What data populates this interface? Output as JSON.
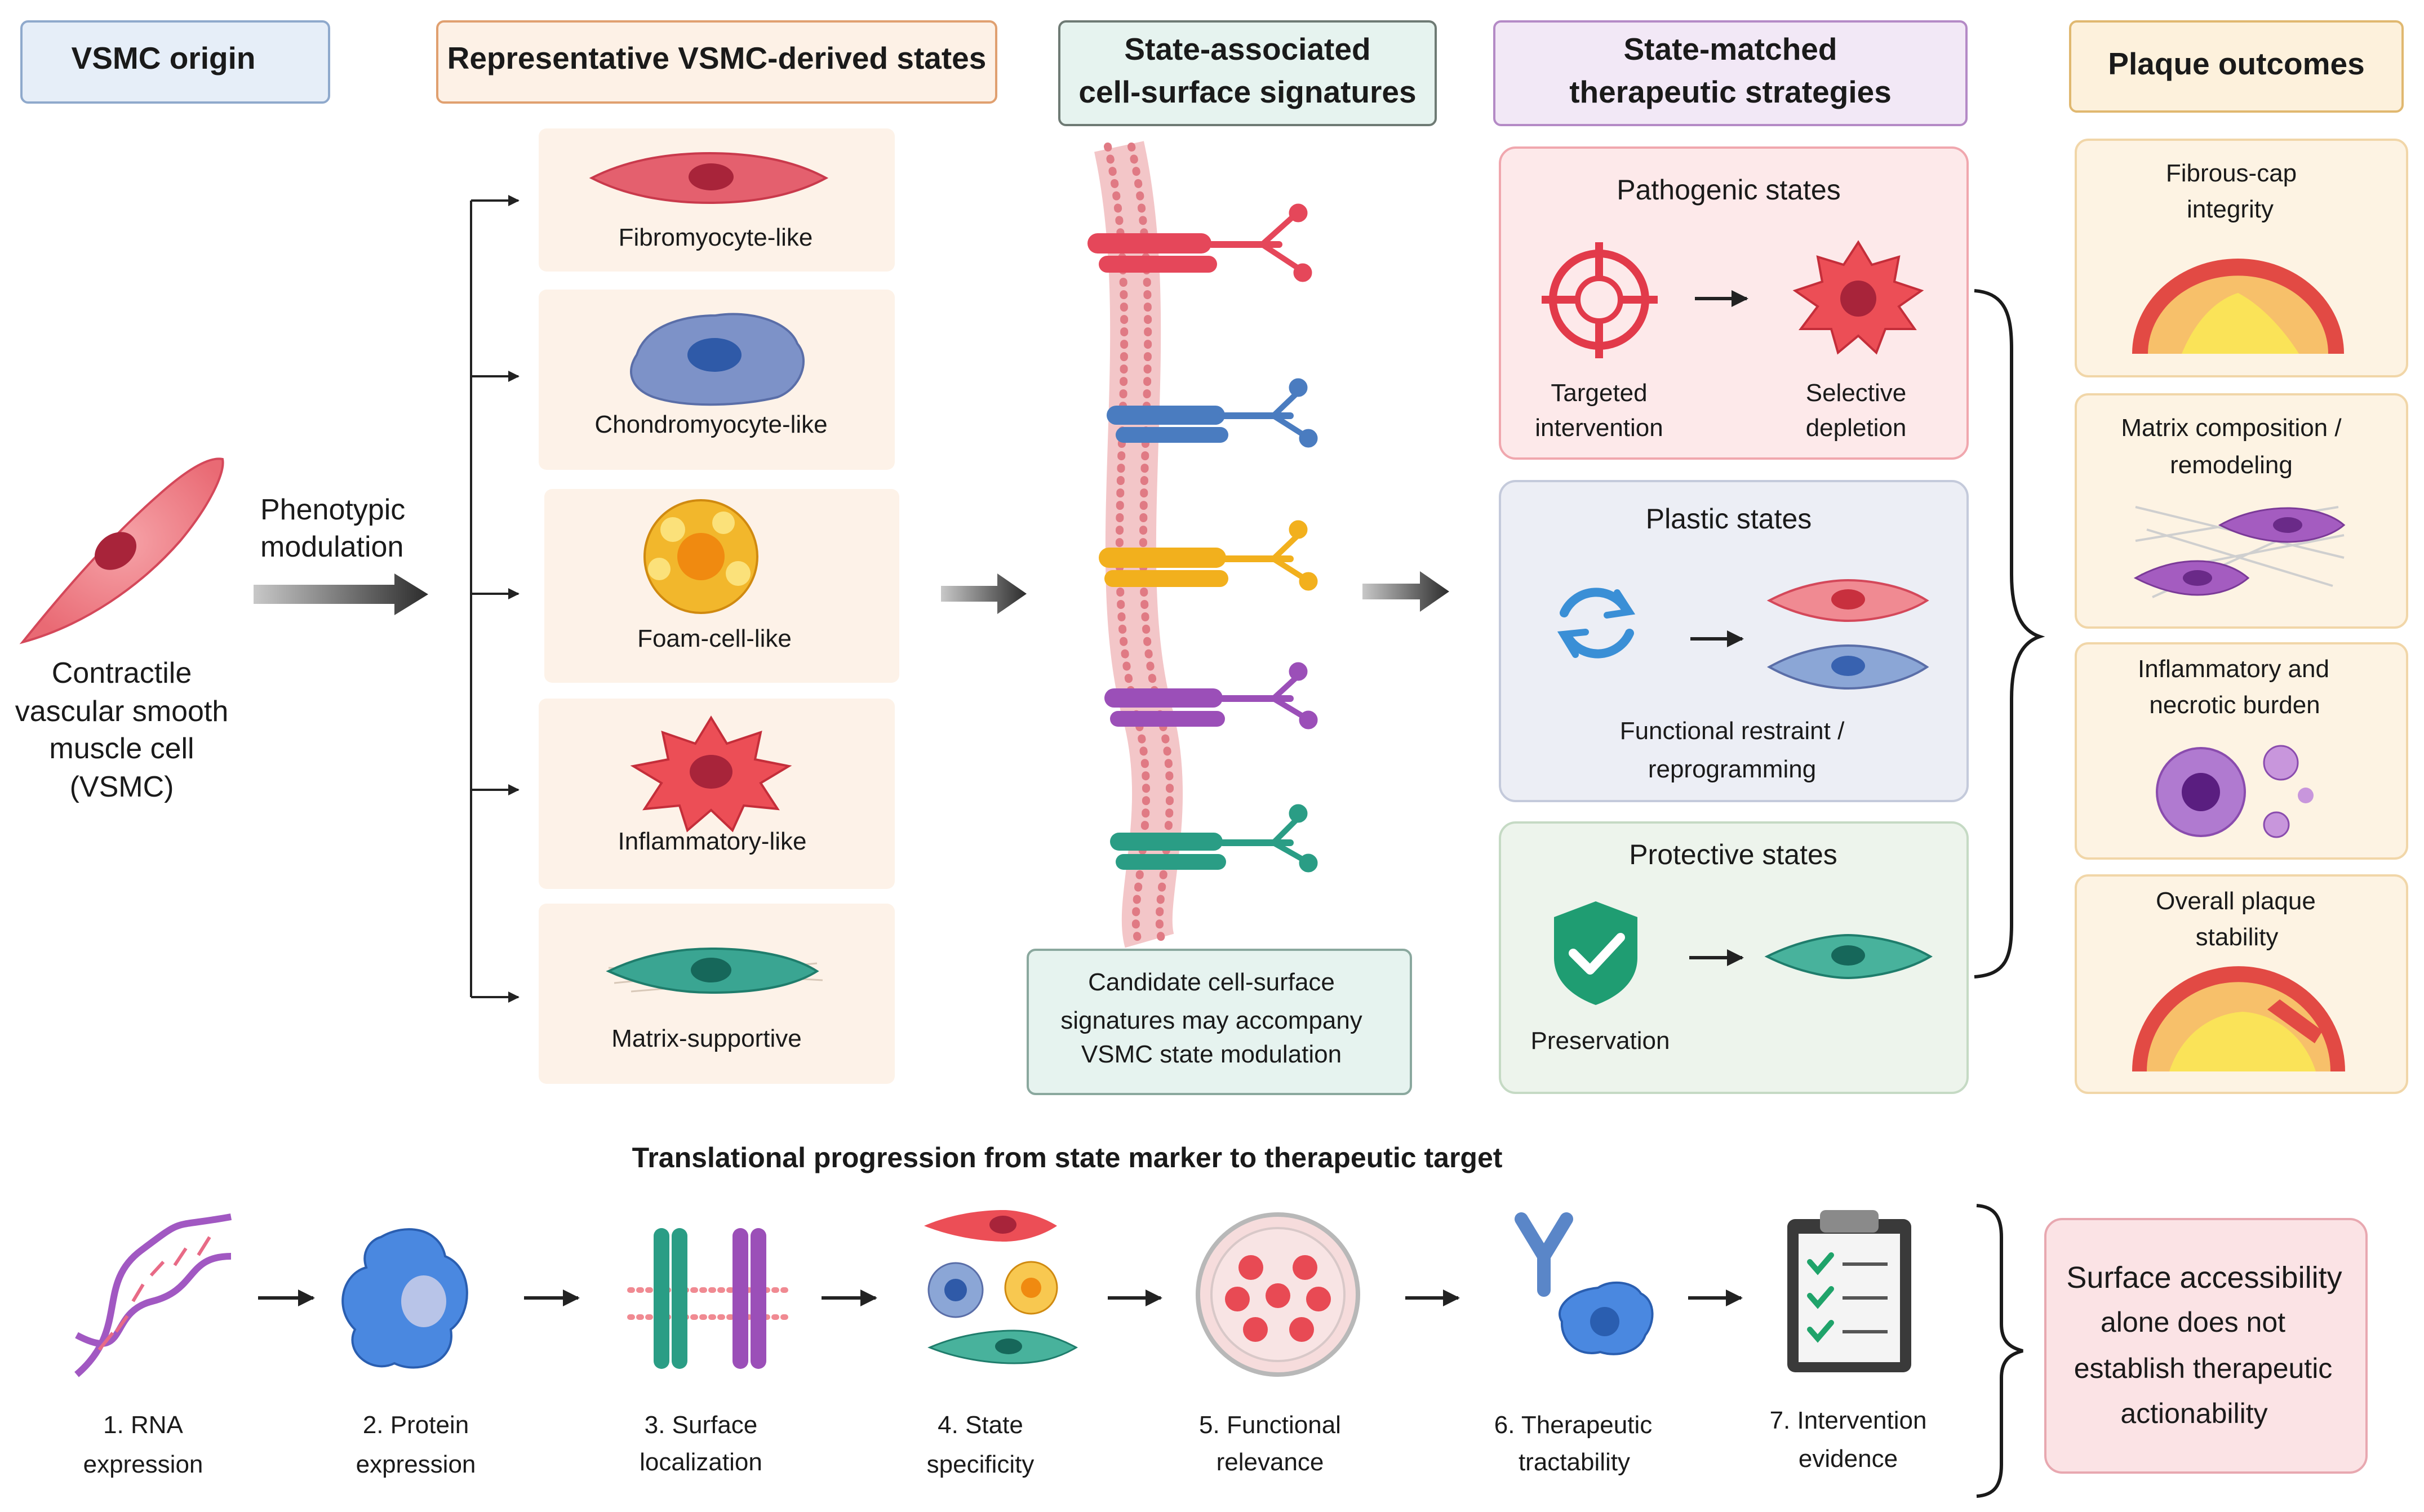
{
  "headers": {
    "origin": "VSMC origin",
    "states": "Representative VSMC-derived states",
    "signatures": [
      "State-associated",
      "cell-surface signatures"
    ],
    "strategies": [
      "State-matched",
      "therapeutic strategies"
    ],
    "outcomes": "Plaque outcomes"
  },
  "origin": {
    "cell_label": [
      "Contractile",
      "vascular smooth",
      "muscle cell",
      "(VSMC)"
    ],
    "modulation_label": [
      "Phenotypic",
      "modulation"
    ]
  },
  "states": [
    {
      "label": "Fibromyocyte-like",
      "color": "#e4606e"
    },
    {
      "label": "Chondromyocyte-like",
      "color": "#7d92c8"
    },
    {
      "label": "Foam-cell-like",
      "color": "#f2b72c"
    },
    {
      "label": "Inflammatory-like",
      "color": "#ec4e56"
    },
    {
      "label": "Matrix-supportive",
      "color": "#3aa592"
    }
  ],
  "membrane": {
    "receptor_colors": [
      "#e5475a",
      "#4a7cc0",
      "#f2b01d",
      "#9b4fb8",
      "#2a9d85"
    ],
    "caption": [
      "Candidate cell-surface",
      "signatures may accompany",
      "VSMC state modulation"
    ]
  },
  "strategies": {
    "pathogenic": {
      "title": "Pathogenic states",
      "left_label": [
        "Targeted",
        "intervention"
      ],
      "right_label": [
        "Selective",
        "depletion"
      ]
    },
    "plastic": {
      "title": "Plastic states",
      "label": [
        "Functional restraint /",
        "reprogramming"
      ]
    },
    "protective": {
      "title": "Protective states",
      "label": "Preservation"
    }
  },
  "outcomes": [
    [
      "Fibrous-cap",
      "integrity"
    ],
    [
      "Matrix composition /",
      "remodeling"
    ],
    [
      "Inflammatory and",
      "necrotic burden"
    ],
    [
      "Overall plaque",
      "stability"
    ]
  ],
  "bottom": {
    "title": "Translational progression from state marker to therapeutic target",
    "steps": [
      [
        "1. RNA",
        "expression"
      ],
      [
        "2. Protein",
        "expression"
      ],
      [
        "3. Surface",
        "localization"
      ],
      [
        "4. State",
        "specificity"
      ],
      [
        "5. Functional",
        "relevance"
      ],
      [
        "6. Therapeutic",
        "tractability"
      ],
      [
        "7. Intervention",
        "evidence"
      ]
    ],
    "conclusion": [
      "Surface accessibility",
      "alone does not",
      "establish therapeutic",
      "actionability"
    ]
  }
}
